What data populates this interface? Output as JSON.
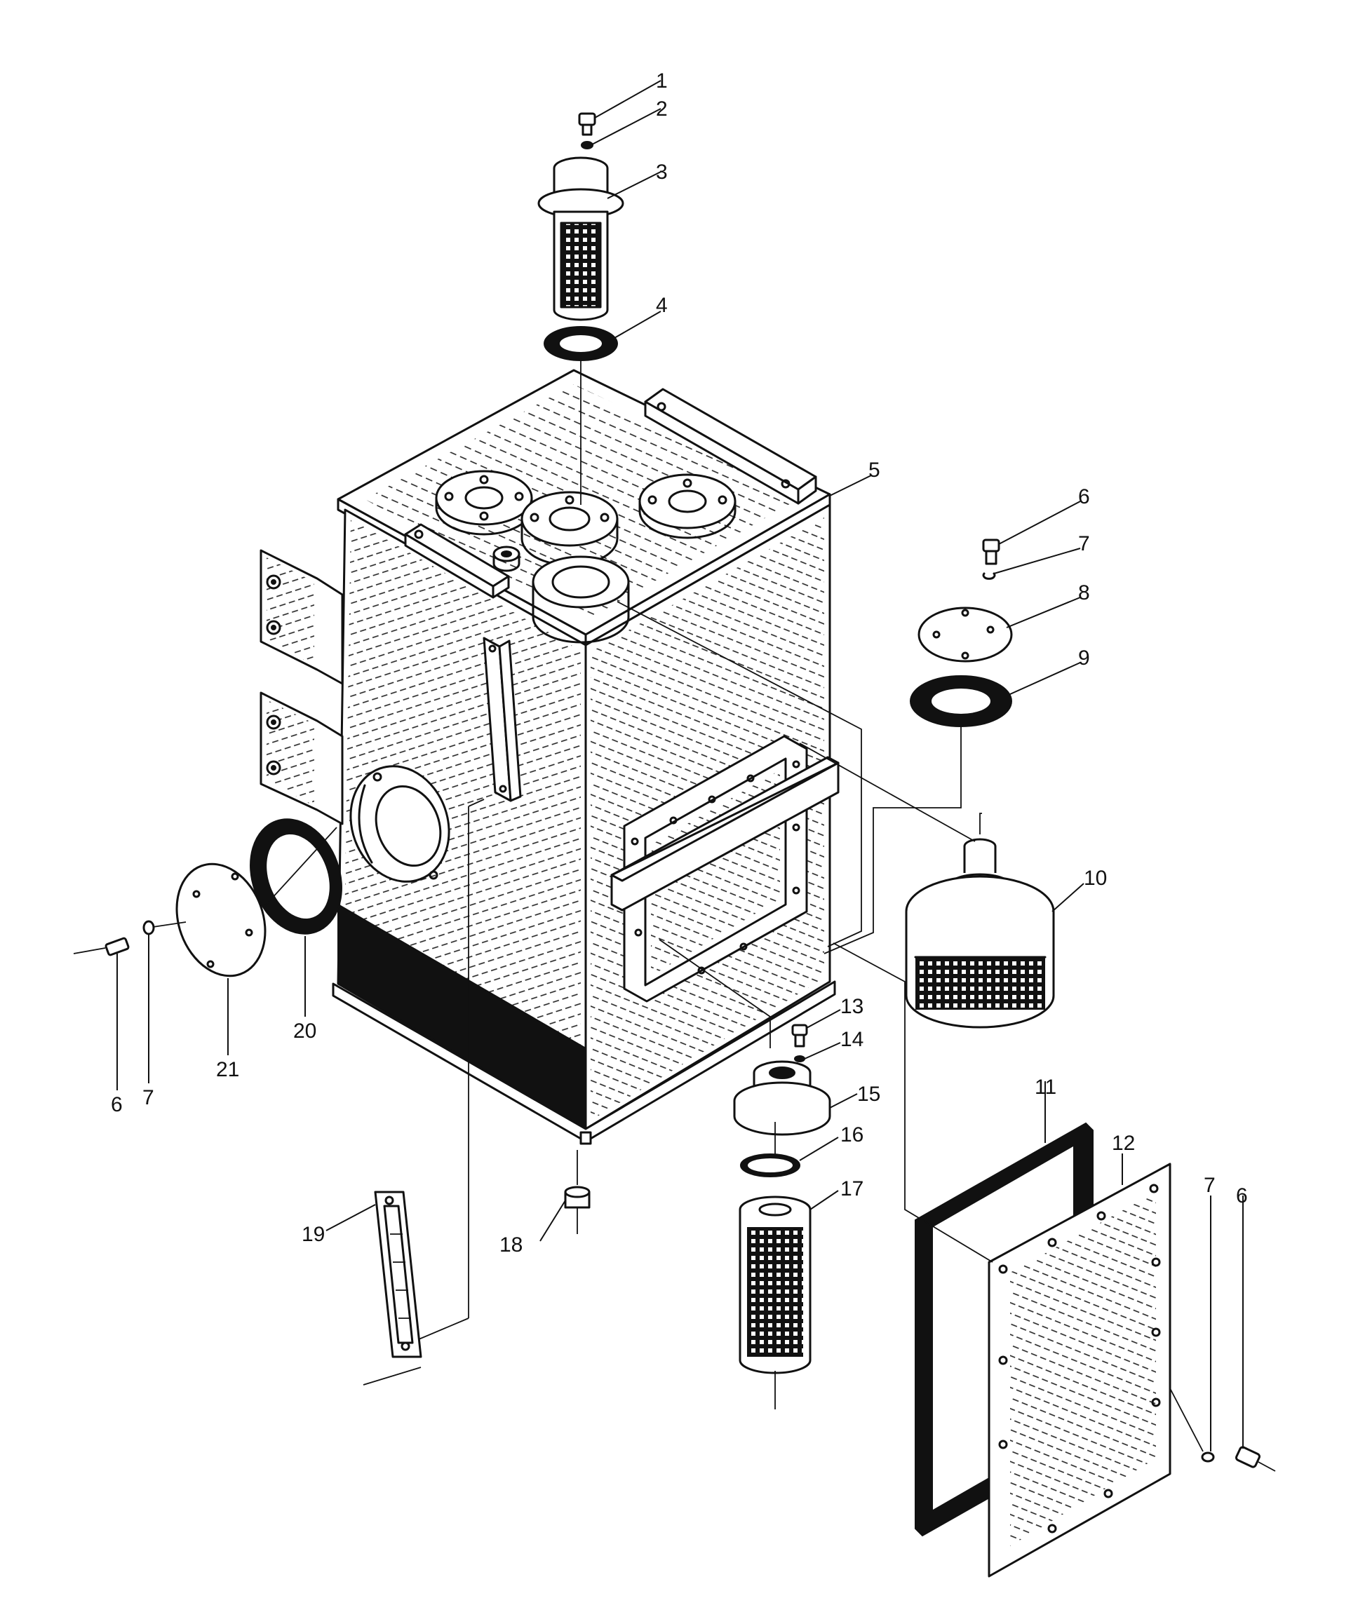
{
  "callouts": [
    {
      "id": "c1",
      "text": "1"
    },
    {
      "id": "c2",
      "text": "2"
    },
    {
      "id": "c3",
      "text": "3"
    },
    {
      "id": "c4",
      "text": "4"
    },
    {
      "id": "c5",
      "text": "5"
    },
    {
      "id": "c6a",
      "text": "6"
    },
    {
      "id": "c7a",
      "text": "7"
    },
    {
      "id": "c8",
      "text": "8"
    },
    {
      "id": "c9",
      "text": "9"
    },
    {
      "id": "c10",
      "text": "10"
    },
    {
      "id": "c11",
      "text": "11"
    },
    {
      "id": "c12",
      "text": "12"
    },
    {
      "id": "c7b",
      "text": "7"
    },
    {
      "id": "c6b",
      "text": "6"
    },
    {
      "id": "c13",
      "text": "13"
    },
    {
      "id": "c14",
      "text": "14"
    },
    {
      "id": "c15",
      "text": "15"
    },
    {
      "id": "c16",
      "text": "16"
    },
    {
      "id": "c17",
      "text": "17"
    },
    {
      "id": "c18",
      "text": "18"
    },
    {
      "id": "c19",
      "text": "19"
    },
    {
      "id": "c20",
      "text": "20"
    },
    {
      "id": "c21",
      "text": "21"
    },
    {
      "id": "c6c",
      "text": "6"
    },
    {
      "id": "c7c",
      "text": "7"
    }
  ]
}
